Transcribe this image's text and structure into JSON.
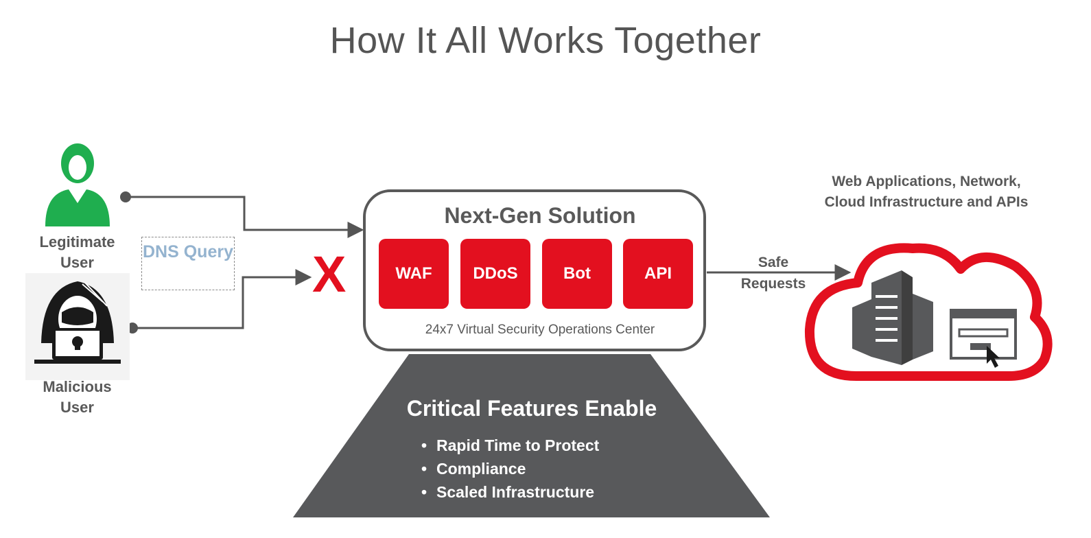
{
  "title": "How It All Works Together",
  "users": {
    "legitimate": "Legitimate User",
    "malicious": "Malicious User"
  },
  "dns_query": "DNS Query",
  "block_mark": "X",
  "solution": {
    "title": "Next-Gen Solution",
    "modules": [
      "WAF",
      "DDoS",
      "Bot",
      "API"
    ],
    "footer": "24x7 Virtual Security Operations Center"
  },
  "safe_requests": "Safe Requests",
  "destination": "Web Applications, Network, Cloud Infrastructure and APIs",
  "features": {
    "title": "Critical Features Enable",
    "items": [
      "Rapid Time to Protect",
      "Compliance",
      "Scaled Infrastructure"
    ]
  },
  "colors": {
    "accent_red": "#e3101f",
    "legit_green": "#1fae4f",
    "dark_gray": "#58595b",
    "dns_blue": "#94b3cf"
  }
}
